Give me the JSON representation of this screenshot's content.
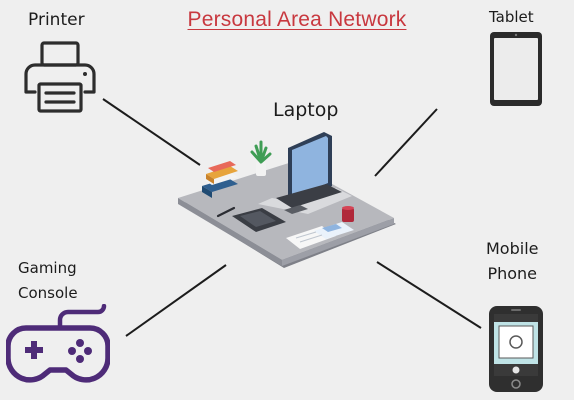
{
  "diagram": {
    "title": "Personal Area Network",
    "nodes": {
      "printer": {
        "label": "Printer"
      },
      "tablet": {
        "label": "Tablet"
      },
      "laptop": {
        "label": "Laptop"
      },
      "gaming_console": {
        "label_line1": "Gaming",
        "label_line2": "Console"
      },
      "mobile_phone": {
        "label_line1": "Mobile",
        "label_line2": "Phone"
      }
    },
    "colors": {
      "background": "#efefef",
      "title": "#c8383f",
      "line": "#1c1c1c",
      "printer_stroke": "#2d2d2d",
      "tablet_frame": "#2b2b2b",
      "gamepad": "#4e2b78",
      "phone_frame": "#2f2f2f",
      "phone_screen": "#bfe3e6",
      "desk_top": "#b7b8bd",
      "laptop_screen": "#8fb4df"
    },
    "icons": {
      "printer": "printer-icon",
      "tablet": "tablet-icon",
      "laptop": "laptop-desk-icon",
      "gaming_console": "gamepad-icon",
      "mobile_phone": "smartphone-icon"
    }
  }
}
